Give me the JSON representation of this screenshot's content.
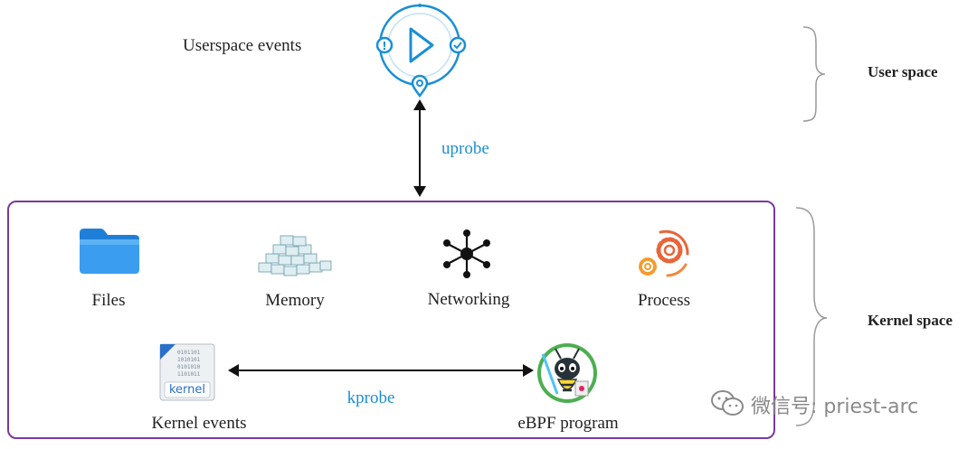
{
  "user_events_label": "Userspace events",
  "uprobe_label": "uprobe",
  "user_space_label": "User space",
  "kernel_space_label": "Kernel space",
  "items": {
    "files": "Files",
    "memory": "Memory",
    "networking": "Networking",
    "process": "Process",
    "kernel_events": "Kernel events",
    "ebpf_program": "eBPF program"
  },
  "kprobe_label": "kprobe",
  "kernel_icon_text": "kernel",
  "watermark": "微信号: priest-arc",
  "colors": {
    "accent_blue": "#1a8fd6",
    "box_purple": "#7a3a9c",
    "folder_blue": "#2b8fe8"
  }
}
